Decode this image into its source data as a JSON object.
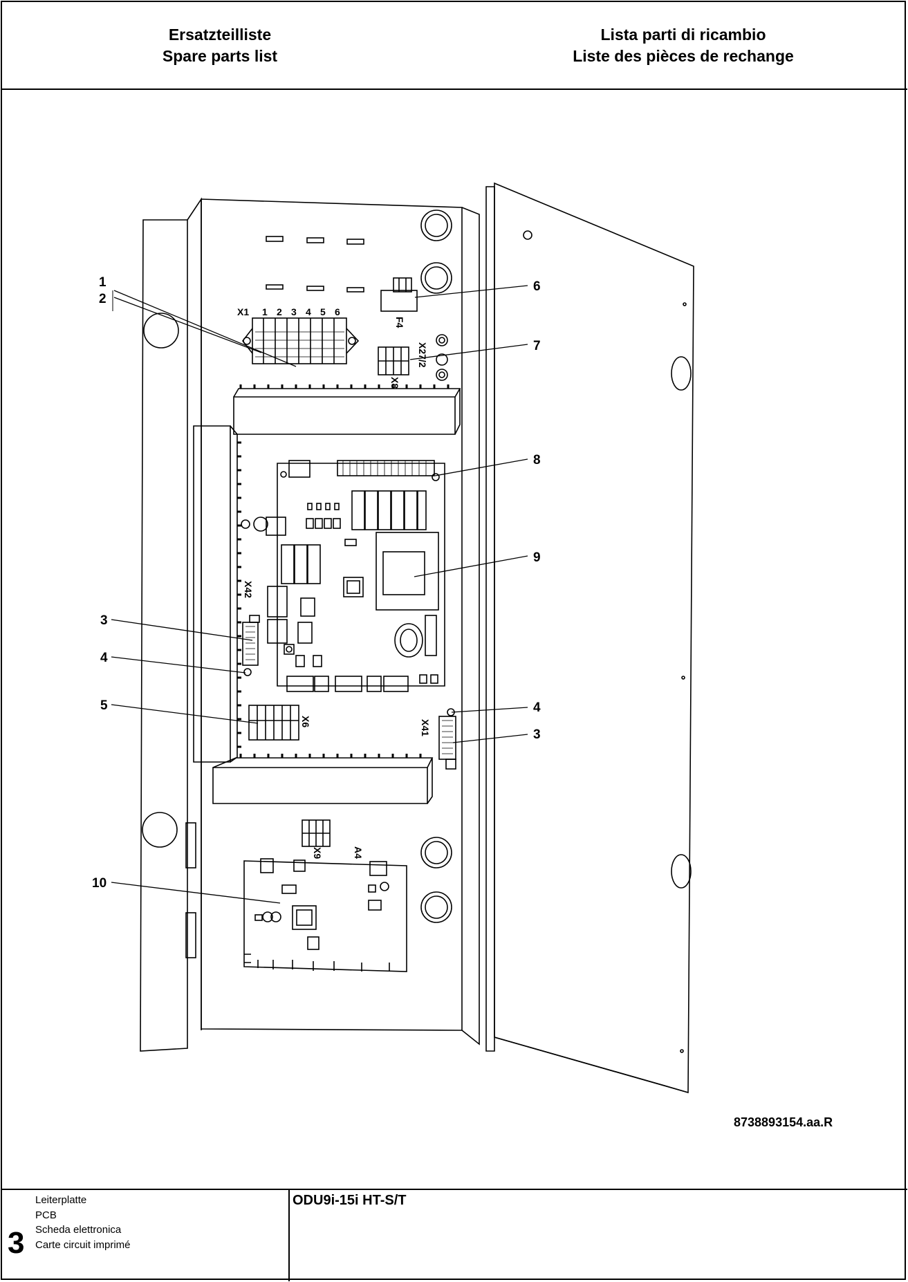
{
  "header": {
    "left_title_de": "Ersatzteilliste",
    "left_title_en": "Spare parts list",
    "right_title_it": "Lista parti di ricambio",
    "right_title_fr": "Liste des pièces de rechange"
  },
  "drawing": {
    "document_number": "8738893154.aa.R",
    "callouts": [
      "1",
      "2",
      "6",
      "7",
      "8",
      "9",
      "3",
      "4",
      "5",
      "4",
      "3",
      "10"
    ],
    "component_labels": {
      "x1": "X1",
      "terminals": [
        "1",
        "2",
        "3",
        "4",
        "5",
        "6"
      ],
      "f4": "F4",
      "x27_2": "X27/2",
      "x8": "X8",
      "x42": "X42",
      "x6": "X6",
      "x41": "X41",
      "x9": "X9",
      "a4": "A4"
    }
  },
  "footer": {
    "section_number": "3",
    "section_names": [
      "Leiterplatte",
      "PCB",
      "Scheda elettronica",
      "Carte circuit imprimé"
    ],
    "model": "ODU9i-15i HT-S/T"
  }
}
